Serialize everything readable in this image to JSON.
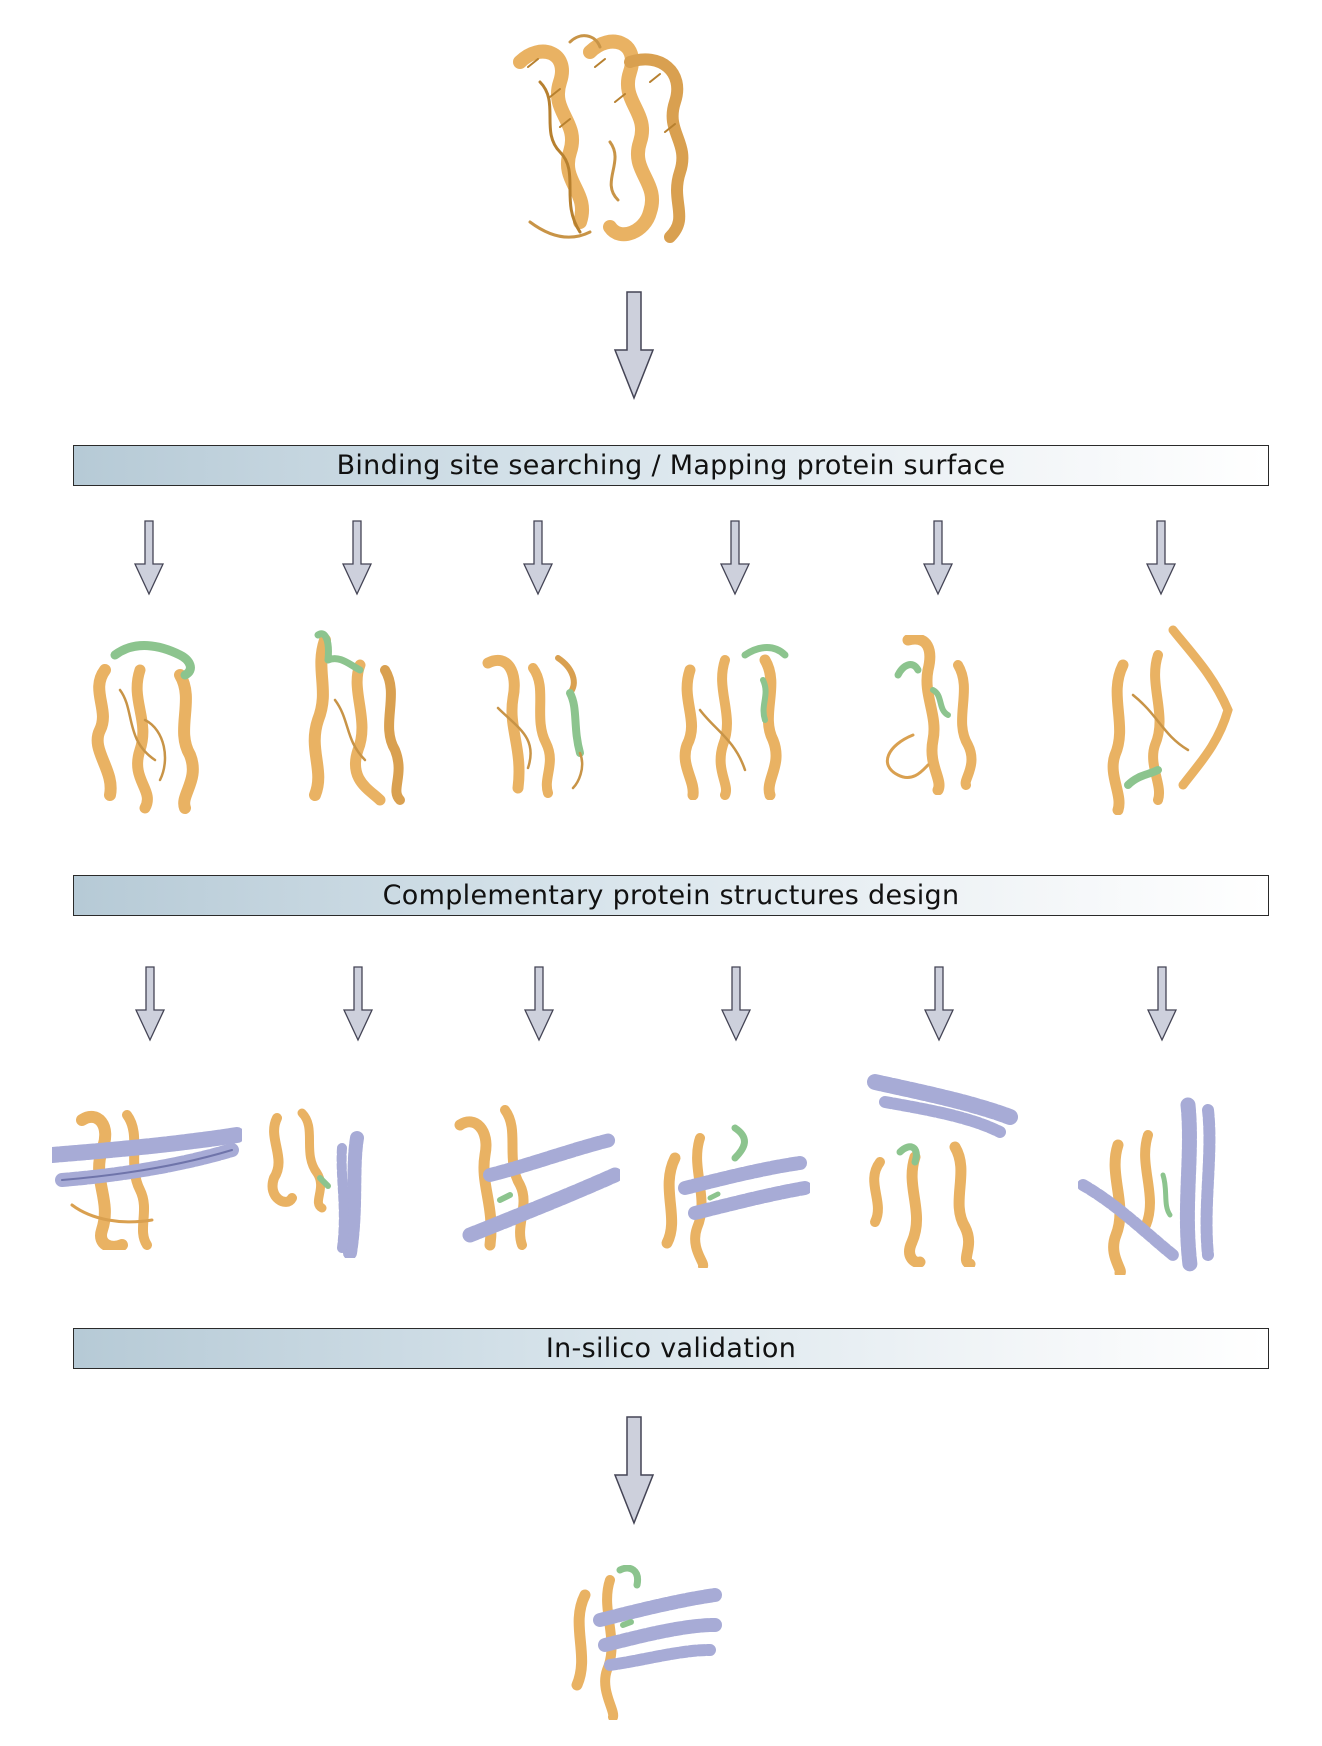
{
  "stages": [
    {
      "label": "Binding site searching / Mapping protein surface"
    },
    {
      "label": "Complementary protein structures design"
    },
    {
      "label": "In-silico validation"
    }
  ],
  "colors": {
    "target_protein": "#e9b263",
    "target_protein_dark": "#b7802f",
    "binding_site": "#8cc48e",
    "designed_binder": "#a7abd6",
    "designed_binder_dark": "#6f74aa",
    "arrow_fill": "#cdd0dc",
    "arrow_stroke": "#444455"
  },
  "icons": [
    "down-arrow-icon",
    "protein-structure-icon",
    "protein-complex-icon"
  ]
}
